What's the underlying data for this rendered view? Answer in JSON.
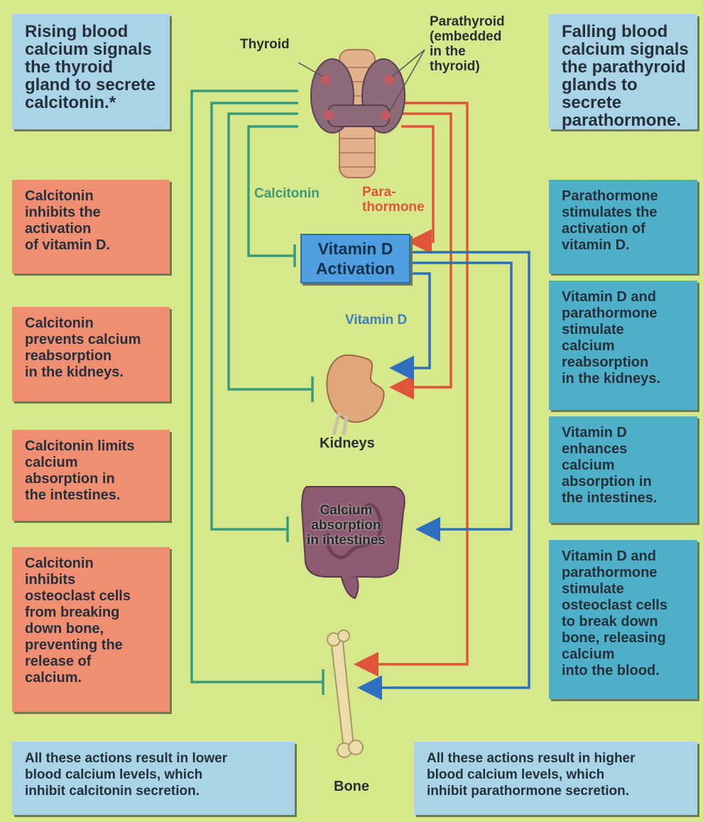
{
  "left_boxes": {
    "rising": "Rising blood\ncalcium signals\nthe thyroid\ngland to secrete\ncalcitonin.*",
    "inhibit_vitd": "Calcitonin\ninhibits the\nactivation\nof vitamin D.",
    "prevent_reabsorption": "Calcitonin\nprevents calcium\nreabsorption\nin the kidneys.",
    "limit_absorption": "Calcitonin limits\ncalcium\nabsorption in\nthe intestines.",
    "inhibit_osteoclast": "Calcitonin\ninhibits\nosteoclast cells\nfrom breaking\ndown bone,\npreventing the\nrelease of\ncalcium.",
    "result_lower": "All these actions result in lower\nblood calcium levels, which\ninhibit calcitonin secretion."
  },
  "right_boxes": {
    "falling": "Falling blood\ncalcium signals\nthe parathyroid\nglands to secrete\nparathormone.",
    "stimulate_vitd": "Parathormone\nstimulates the\nactivation of\nvitamin D.",
    "stimulate_reabsorption": "Vitamin D and\nparathormone\nstimulate\ncalcium\nreabsorption\nin the kidneys.",
    "enhance_absorption": "Vitamin D\nenhances\ncalcium\nabsorption in\nthe intestines.",
    "stimulate_osteoclast": "Vitamin D and\nparathormone\nstimulate\nosteoclast cells\nto break down\nbone, releasing\ncalcium\ninto the blood.",
    "result_higher": "All these actions result in higher\nblood calcium levels, which\ninhibit parathormone secretion."
  },
  "labels": {
    "thyroid": "Thyroid",
    "parathyroid": "Parathyroid\n(embedded\nin the\nthyroid)",
    "calcitonin": "Calcitonin",
    "parathormone": "Para-\nthormone",
    "vitamin_d_activation": "Vitamin D\nActivation",
    "vitamin_d": "Vitamin D",
    "kidneys": "Kidneys",
    "calcium_absorption": "Calcium\nabsorption\nin intestines",
    "bone": "Bone"
  },
  "colors": {
    "calcitonin_path": "#3a9a7a",
    "parathormone_path": "#e0553a",
    "vitamin_d_path": "#2f6fc0",
    "background": "#d6e88a"
  }
}
